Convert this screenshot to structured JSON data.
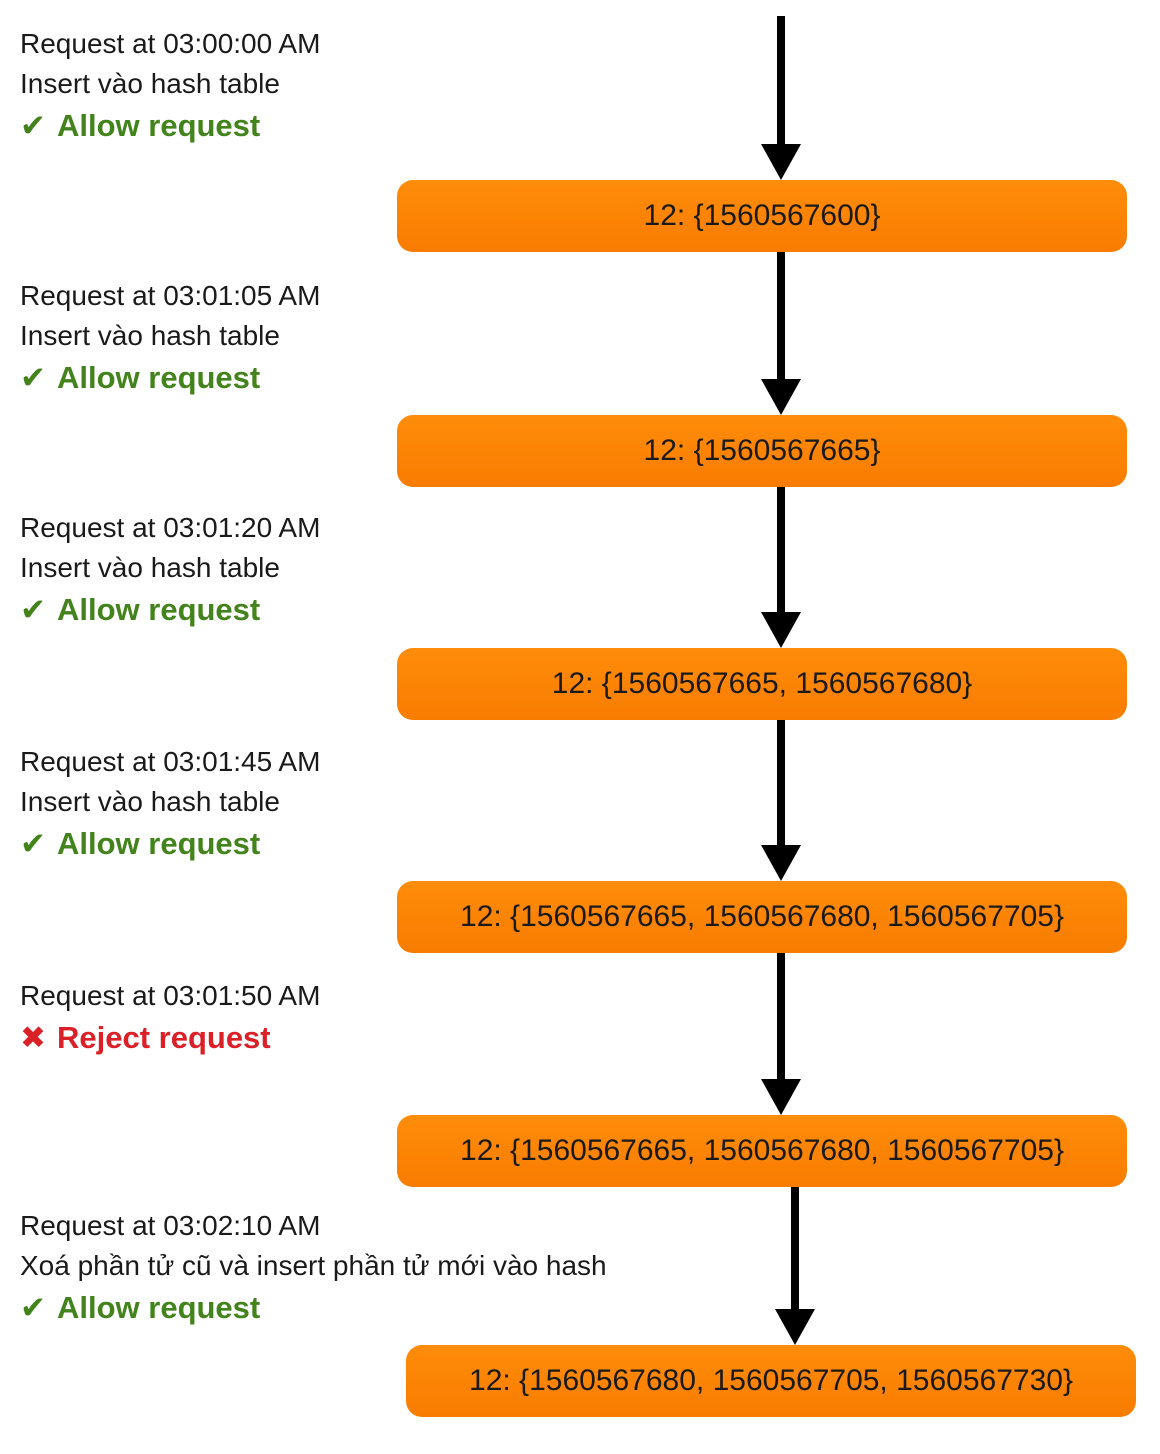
{
  "colors": {
    "box_gradient_top": "#ff8c0a",
    "box_gradient_bottom": "#f87c00",
    "allow_green": "#43831c",
    "reject_red": "#da2128",
    "arrow_black": "#000000",
    "box_text": "#1a1a1a",
    "note_text": "#1a1a1a"
  },
  "steps": [
    {
      "time": "Request at 03:00:00 AM",
      "action": "Insert vào hash table",
      "decision_icon": "✔",
      "decision_label": "Allow request",
      "decision_type": "allow",
      "box_label": "12: {1560567600}"
    },
    {
      "time": "Request at 03:01:05 AM",
      "action": "Insert vào hash table",
      "decision_icon": "✔",
      "decision_label": "Allow request",
      "decision_type": "allow",
      "box_label": "12: {1560567665}"
    },
    {
      "time": "Request at 03:01:20 AM",
      "action": "Insert vào hash table",
      "decision_icon": "✔",
      "decision_label": "Allow request",
      "decision_type": "allow",
      "box_label": "12: {1560567665, 1560567680}"
    },
    {
      "time": "Request at 03:01:45 AM",
      "action": "Insert vào hash table",
      "decision_icon": "✔",
      "decision_label": "Allow request",
      "decision_type": "allow",
      "box_label": "12: {1560567665, 1560567680, 1560567705}"
    },
    {
      "time": "Request at 03:01:50 AM",
      "decision_icon": "✖",
      "decision_label": "Reject request",
      "decision_type": "reject",
      "box_label": "12: {1560567665, 1560567680, 1560567705}"
    },
    {
      "time": "Request at 03:02:10 AM",
      "action": "Xoá phần tử cũ và insert phần tử mới vào hash",
      "decision_icon": "✔",
      "decision_label": "Allow request",
      "decision_type": "allow",
      "box_label": "12: {1560567680, 1560567705, 1560567730}"
    }
  ]
}
